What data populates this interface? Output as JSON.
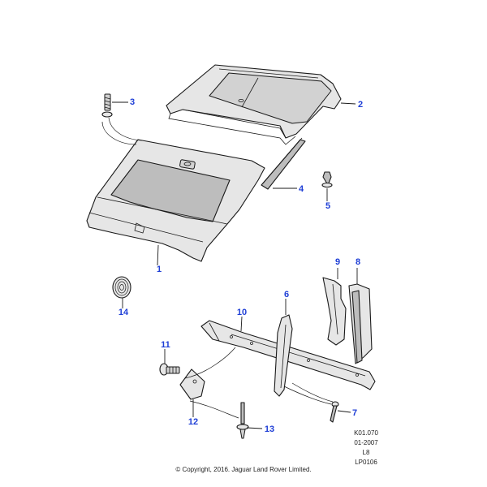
{
  "callouts": [
    "1",
    "2",
    "3",
    "4",
    "5",
    "6",
    "7",
    "8",
    "9",
    "10",
    "11",
    "12",
    "13",
    "14"
  ],
  "reference": {
    "line1": "K01.070",
    "line2": "01-2007",
    "line3": "L8",
    "line4": "LP0106"
  },
  "copyright": "© Copyright, 2016. Jaguar Land Rover Limited.",
  "colors": {
    "callout": "#1f3fd6",
    "line": "#1a1a1a",
    "part_fill": "#e6e6e6"
  }
}
